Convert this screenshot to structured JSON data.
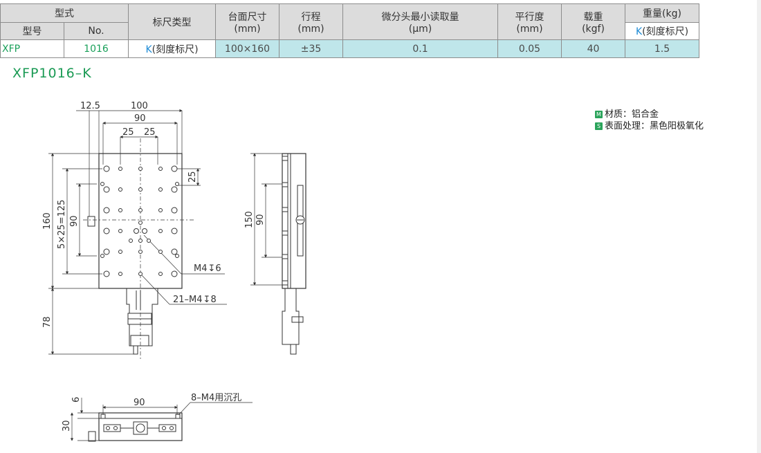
{
  "table": {
    "header": {
      "type_group": "型式",
      "model": "型号",
      "no": "No.",
      "scale_type": "标尺类型",
      "table_size_title": "台面尺寸",
      "table_size_unit": "(mm)",
      "travel_title": "行程",
      "travel_unit": "(mm)",
      "micro_title": "微分头最小读取量",
      "micro_unit": "(μm)",
      "parallel_title": "平行度",
      "parallel_unit": "(mm)",
      "load_title": "载重",
      "load_unit": "(kgf)",
      "weight_title": "重量(kg)",
      "weight_sub_k": "K",
      "weight_sub_rest": "(刻度标尺)"
    },
    "row": {
      "model": "XFP",
      "no": "1016",
      "scale_k": "K",
      "scale_rest": "(刻度标尺)",
      "table_size": "100×160",
      "travel": "±35",
      "micro": "0.1",
      "parallel": "0.05",
      "load": "40",
      "weight": "1.5"
    }
  },
  "caption": "XFP1016–K",
  "dims": {
    "d12_5": "12.5",
    "d100": "100",
    "d90_top": "90",
    "d25a": "25",
    "d25b": "25",
    "d25_right": "25",
    "d160": "160",
    "d5x25": "5×25=125",
    "d90_left": "90",
    "d78": "78",
    "m4_6": "M4",
    "m4_6_depth": "6",
    "m4_8": "21–M4",
    "m4_8_depth": "8",
    "side_150": "150",
    "side_90": "90",
    "bottom_6": "6",
    "bottom_90": "90",
    "bottom_30": "30",
    "bottom_holes": "8–M4用沉孔"
  },
  "legend": {
    "material_badge": "M",
    "material": "材质：铝合金",
    "surface_badge": "S",
    "surface": "表面处理：黑色阳极氧化"
  },
  "colors": {
    "green": "#1aa05a",
    "blue": "#1e8bd6",
    "cyan_cell": "#bfe6ea",
    "header_gray": "#dcdcdc"
  }
}
